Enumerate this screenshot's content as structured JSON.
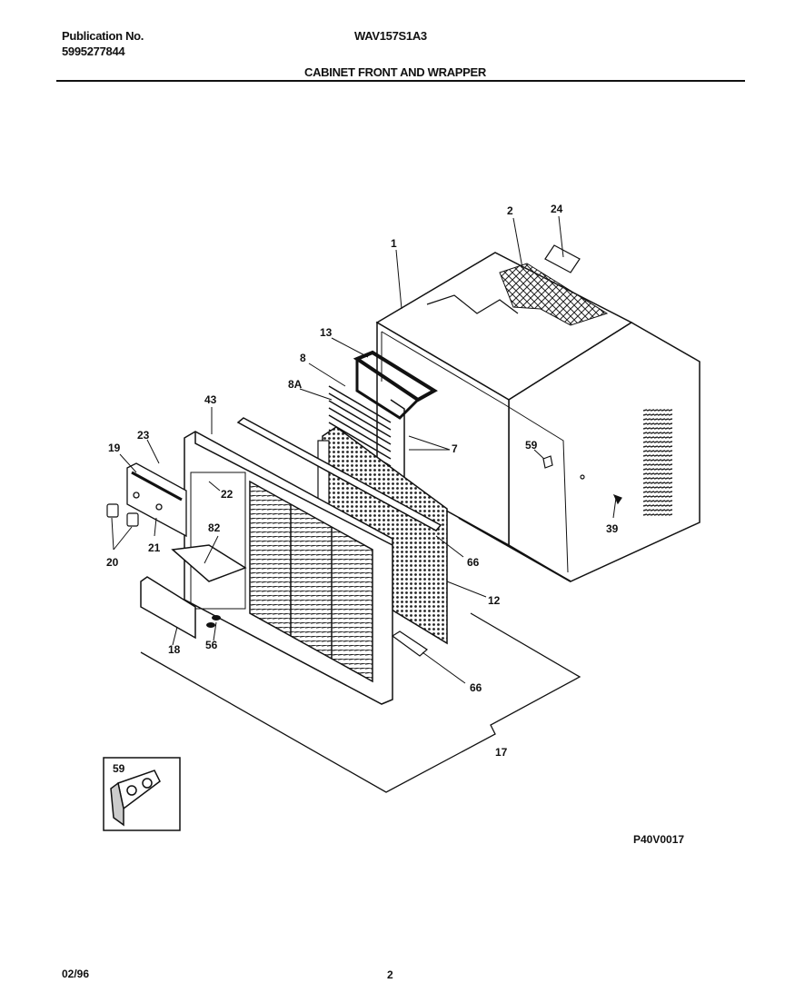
{
  "header": {
    "publication_label": "Publication No.",
    "publication_number": "5995277844",
    "model": "WAV157S1A3",
    "section_title": "CABINET FRONT AND WRAPPER"
  },
  "callouts": {
    "c1": "1",
    "c2": "2",
    "c24": "24",
    "c13": "13",
    "c8": "8",
    "c8a": "8A",
    "c43": "43",
    "c7": "7",
    "c59": "59",
    "c23": "23",
    "c19": "19",
    "c22": "22",
    "c39": "39",
    "c82": "82",
    "c21": "21",
    "c20": "20",
    "c66a": "66",
    "c12": "12",
    "c18": "18",
    "c56": "56",
    "c66b": "66",
    "c17": "17",
    "inset59": "59"
  },
  "footer": {
    "drawing_code": "P40V0017",
    "date": "02/96",
    "page_number": "2"
  }
}
